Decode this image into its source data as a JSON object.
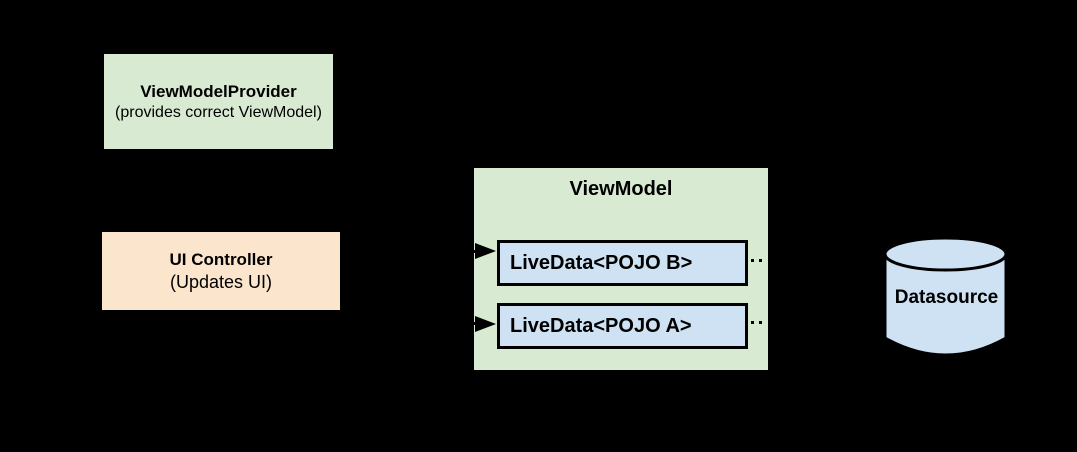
{
  "canvas": {
    "background": "#000000"
  },
  "palette": {
    "green": "#d9ead3",
    "blue_fill": "#cfe2f3",
    "peach": "#fce5cd",
    "stroke": "#000000"
  },
  "nodes": {
    "view_model_provider": {
      "title": "ViewModelProvider",
      "subtitle": "(provides correct ViewModel)"
    },
    "ui_controller": {
      "title": "UI Controller",
      "subtitle": "(Updates UI)"
    },
    "view_model": {
      "title": "ViewModel",
      "livedata": [
        {
          "label": "LiveData<POJO B>"
        },
        {
          "label": "LiveData<POJO A>"
        }
      ]
    },
    "datasource": {
      "label": "Datasource"
    }
  }
}
